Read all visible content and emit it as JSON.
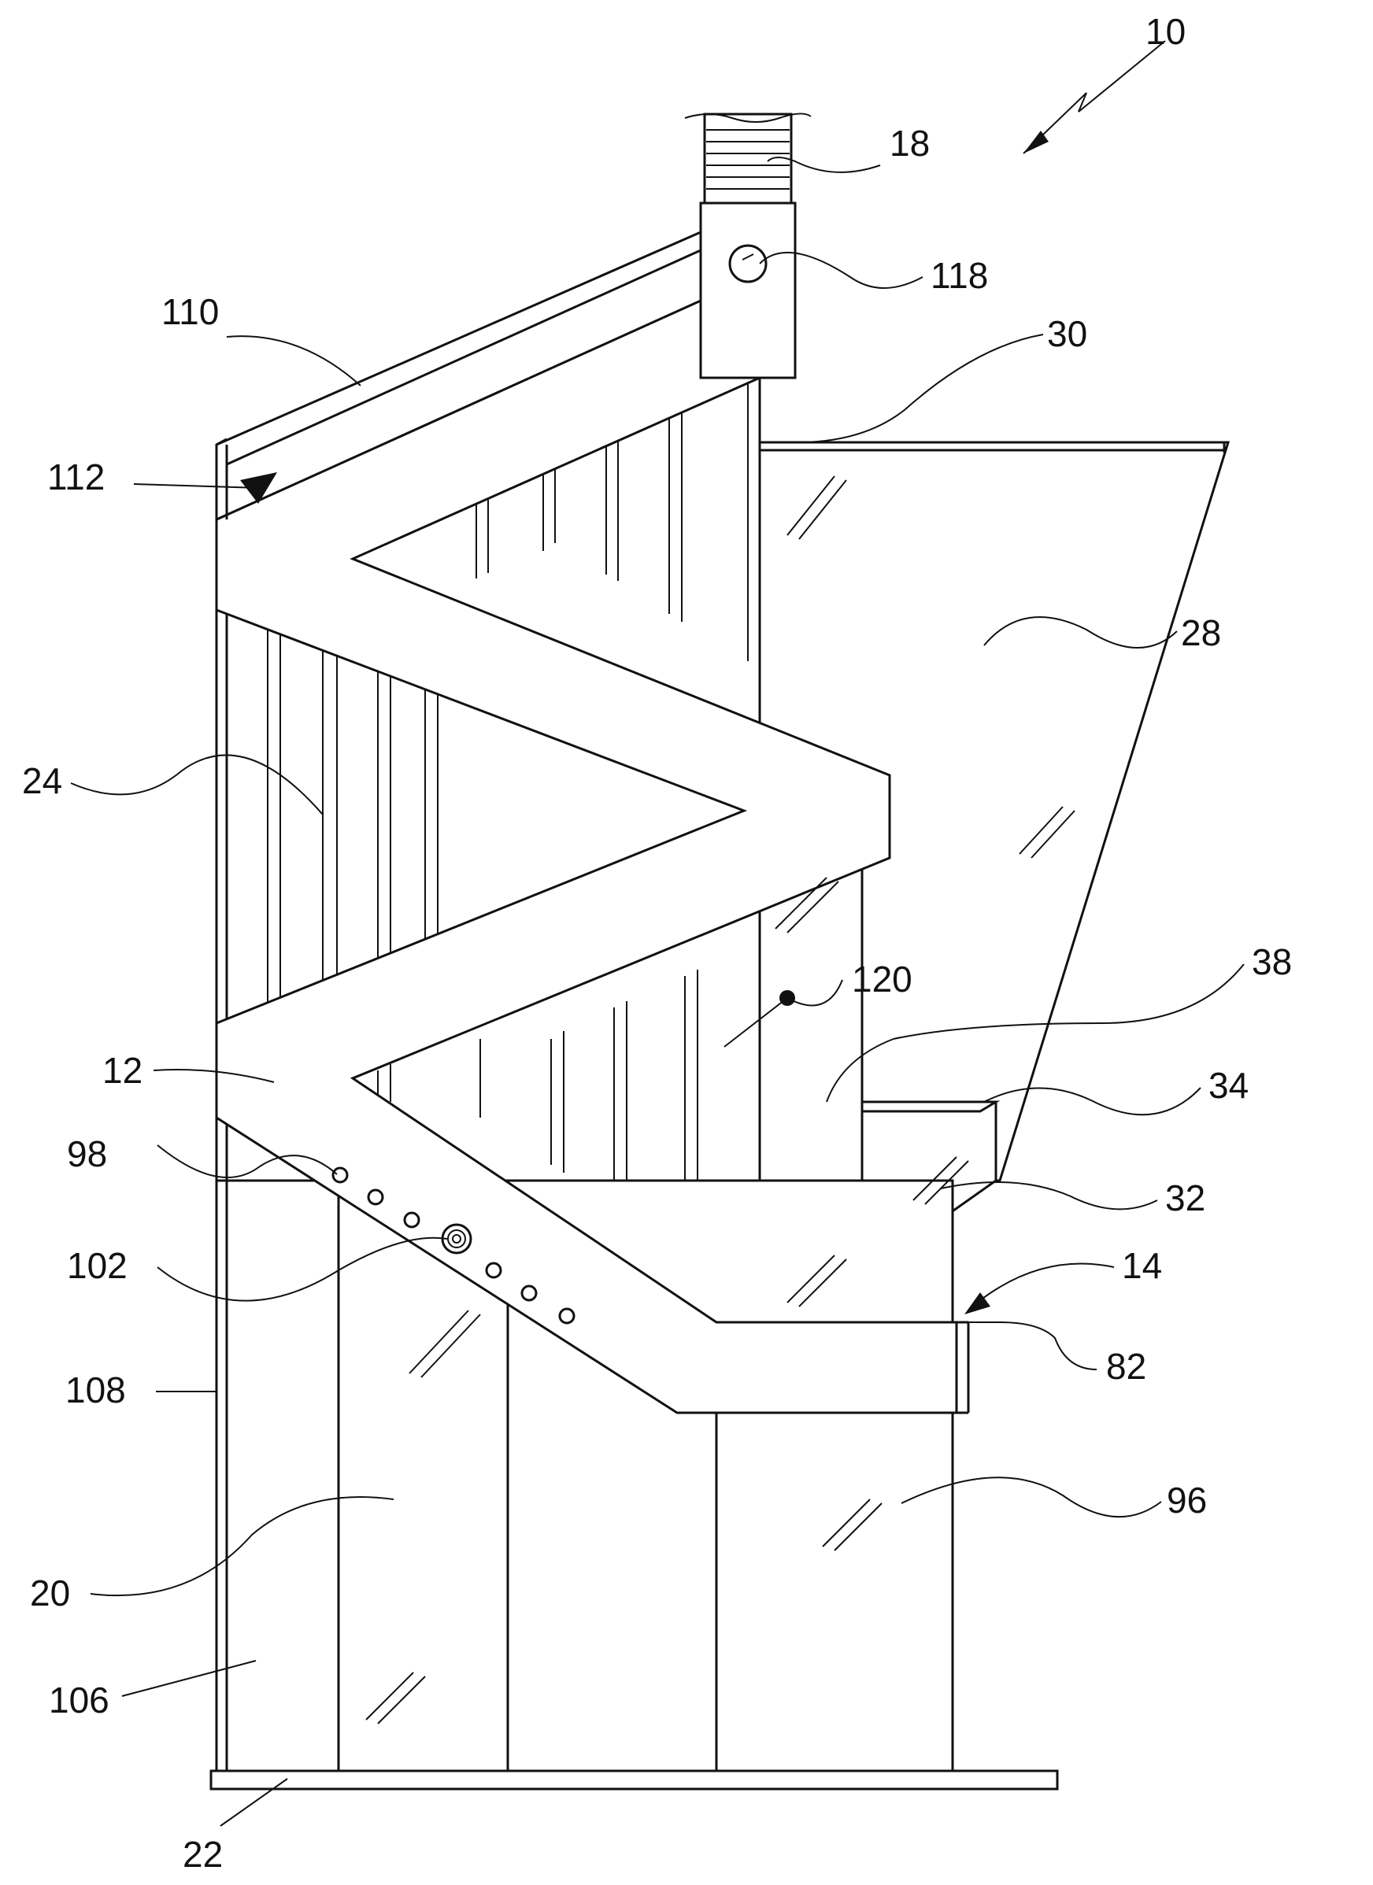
{
  "figure": {
    "labels": {
      "l10": "10",
      "l18": "18",
      "l118": "118",
      "l110": "110",
      "l30": "30",
      "l112": "112",
      "l28": "28",
      "l24": "24",
      "l120": "120",
      "l38": "38",
      "l12": "12",
      "l34": "34",
      "l98": "98",
      "l32": "32",
      "l102": "102",
      "l14": "14",
      "l108": "108",
      "l82": "82",
      "l96": "96",
      "l20": "20",
      "l106": "106",
      "l22": "22"
    }
  }
}
